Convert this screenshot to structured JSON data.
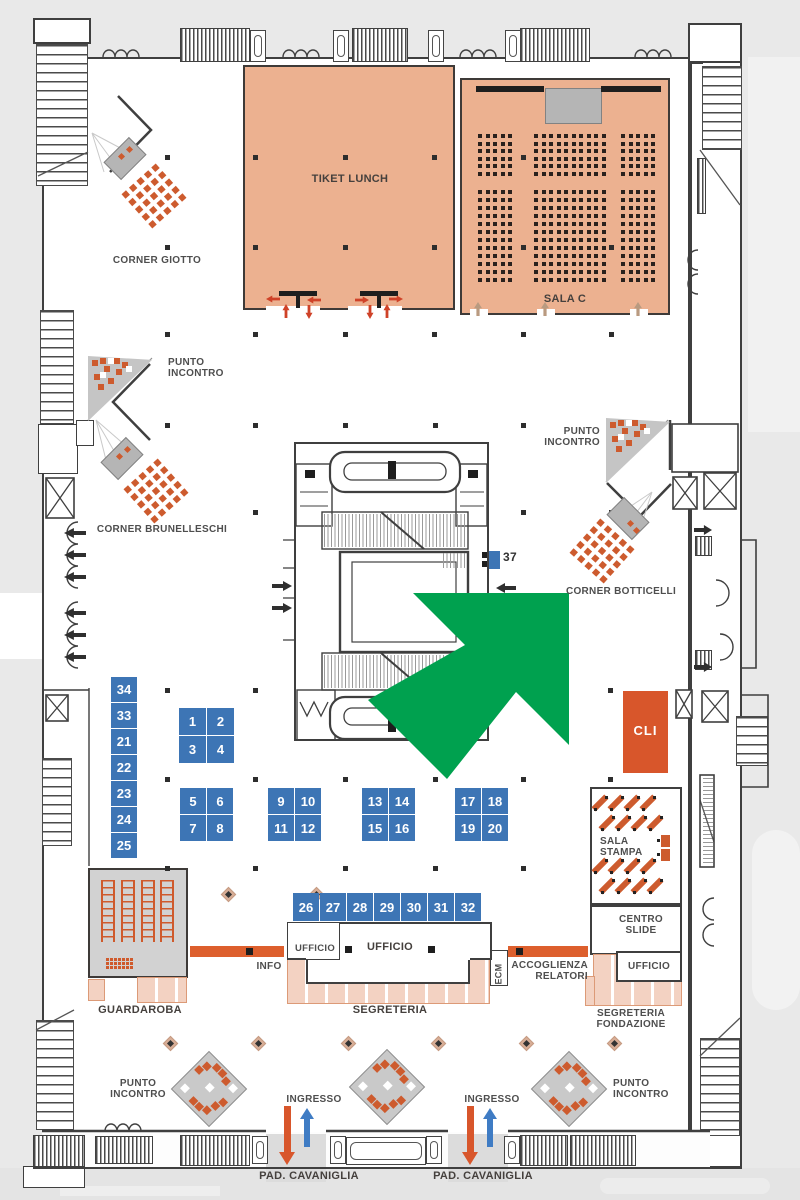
{
  "colors": {
    "tan": "#ecb190",
    "booth_blue": "#3d75b5",
    "arrow_green": "#00a14f",
    "accent_orange": "#d8562b",
    "chair_orange": "#cd5b2e",
    "pink": "#f3d2c2",
    "entry_blue": "#3f7cc4",
    "entry_red": "#cf4228",
    "wall": "#3f3f3f"
  },
  "rooms": {
    "tiket_lunch": "TIKET LUNCH",
    "sala_c": "SALA C",
    "sala_stampa_line1": "SALA",
    "sala_stampa_line2": "STAMPA",
    "centro_slide_line1": "CENTRO",
    "centro_slide_line2": "SLIDE",
    "guardaroba": "GUARDAROBA",
    "cli": "CLI"
  },
  "corners": {
    "giotto": "CORNER GIOTTO",
    "brunelleschi": "CORNER BRUNELLESCHI",
    "botticelli": "CORNER BOTTICELLI"
  },
  "meeting_point": {
    "line1": "PUNTO",
    "line2": "INCONTRO"
  },
  "offices": {
    "ufficio": "UFFICIO",
    "info": "INFO",
    "ecm": "ECM",
    "segreteria": "SEGRETERIA",
    "accoglienza_line1": "ACCOGLIENZA",
    "accoglienza_line2": "RELATORI",
    "fondazione_line1": "SEGRETERIA",
    "fondazione_line2": "FONDAZIONE"
  },
  "entrances": {
    "ingresso": "INGRESSO",
    "pavilion": "PAD. CAVANIGLIA"
  },
  "booths": {
    "left_column": [
      "34",
      "33",
      "21",
      "22",
      "23",
      "24",
      "25"
    ],
    "block_a": [
      "1",
      "2",
      "3",
      "4"
    ],
    "block_b": [
      "5",
      "6",
      "7",
      "8"
    ],
    "block_c": [
      "9",
      "10",
      "11",
      "12"
    ],
    "block_d": [
      "13",
      "14",
      "15",
      "16"
    ],
    "block_e": [
      "17",
      "18",
      "19",
      "20"
    ],
    "bottom_row": [
      "26",
      "27",
      "28",
      "29",
      "30",
      "31",
      "32"
    ],
    "standalone": "37"
  }
}
